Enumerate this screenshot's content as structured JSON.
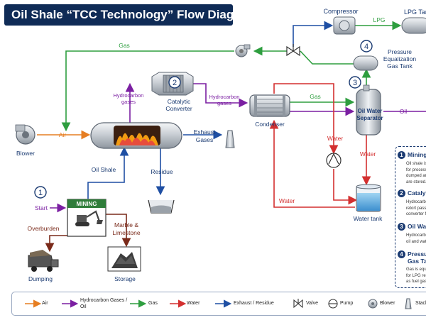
{
  "title": "Oil Shale “TCC Technology” Flow Diagram",
  "colors": {
    "navy": "#0f2b56",
    "air": "#e67e22",
    "hydrocarbon": "#7b1fa2",
    "gas": "#2e9e3f",
    "water": "#d32f2f",
    "exhaust": "#1f4fa3",
    "brown": "#7a2a1a"
  },
  "labels": {
    "compressor": "Compressor",
    "lpg_flow": "LPG",
    "lpg_tank": "LPG Tan",
    "gas_top": "Gas",
    "catalytic_converter_l1": "Catalytic",
    "catalytic_converter_l2": "Converter",
    "hydrocarbon_gases_left_l1": "Hydrocarbon",
    "hydrocarbon_gases_left_l2": "gases",
    "hydrocarbon_gases_right_l1": "Hydrocarbon",
    "hydrocarbon_gases_right_l2": "gases",
    "pressure_tank_l1": "Pressure",
    "pressure_tank_l2": "Equalization",
    "pressure_tank_l3": "Gas Tank",
    "gas_mid": "Gas",
    "oil_water_l1": "Oil Water",
    "oil_water_l2": "Separator",
    "oil_flow": "Oil",
    "condenser": "Condenser",
    "water_vertical": "Water",
    "water_separator": "Water",
    "water_bottom": "Water",
    "water_tank": "Water tank",
    "blower": "Blower",
    "air": "Air",
    "exhaust_l1": "Exhaust",
    "exhaust_l2": "Gases",
    "oil_shale": "Oil Shale",
    "residue": "Residue",
    "mining": "MINING",
    "start": "Start",
    "overburden": "Overburden",
    "marble_l1": "Marble &",
    "marble_l2": "Limestone",
    "dumping": "Dumping",
    "storage": "Storage"
  },
  "step_numbers": [
    "1",
    "2",
    "3",
    "4"
  ],
  "notes": [
    {
      "num": "1",
      "title": "Mining",
      "lines": [
        "Oil shale is",
        "for process",
        "dumped an",
        "are stored."
      ]
    },
    {
      "num": "2",
      "title": "Catalyti",
      "lines": [
        "Hydrocarbo",
        "retort pass",
        "converter f"
      ]
    },
    {
      "num": "3",
      "title": "Oil Wate",
      "lines": [
        "Hydrocarbo",
        "oil and wat"
      ]
    },
    {
      "num": "4",
      "title_l1": "Pressure",
      "title_l2": "Gas Tan",
      "lines": [
        "Gas is equa",
        "for LPG re",
        "as fuel gas."
      ]
    }
  ],
  "legend": {
    "air": "Air",
    "hydrocarbon_l1": "Hydrocarbon Gases /",
    "hydrocarbon_l2": "Oil",
    "gas": "Gas",
    "water": "Water",
    "exhaust": "Exhaust / Residue",
    "valve": "Valve",
    "pump": "Pump",
    "blower": "Blower",
    "stack": "Stack"
  }
}
